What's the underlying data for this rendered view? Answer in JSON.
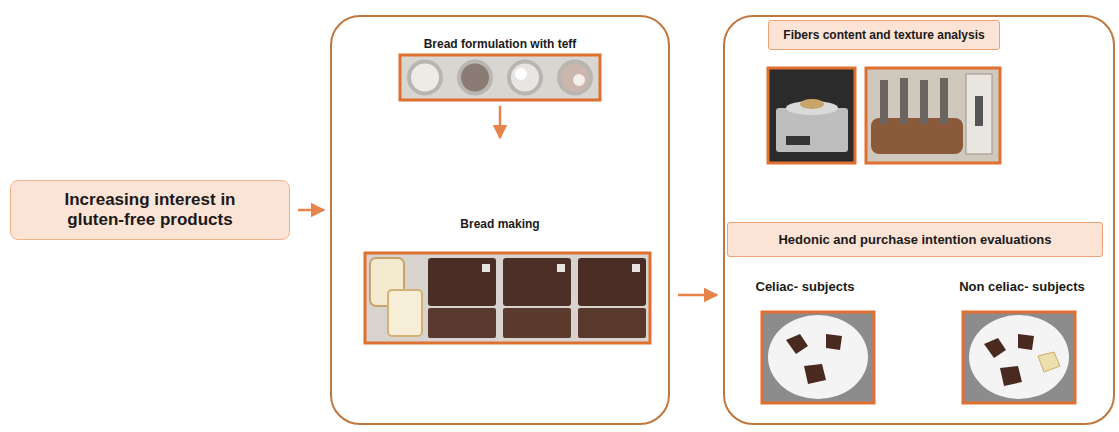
{
  "diagram": {
    "nodes": [
      {
        "text": [
          "Increasing interest in gluten-free products"
        ]
      },
      {
        "text": [
          "Bread formulation with teff",
          "Bread making"
        ]
      },
      {
        "text": [
          "Celiac- subjects",
          "Non celiac- subjects"
        ]
      },
      {
        "text": [
          "Fibers content and texture analysis"
        ],
        "in": 2
      },
      {
        "text": [
          "Hedonic and purchase intention evaluations"
        ],
        "in": 2
      }
    ],
    "edges": [
      {
        "from": 0,
        "to": 1,
        "arrow": "to"
      },
      {
        "from": 1,
        "to": 2,
        "arrow": "to"
      }
    ]
  }
}
